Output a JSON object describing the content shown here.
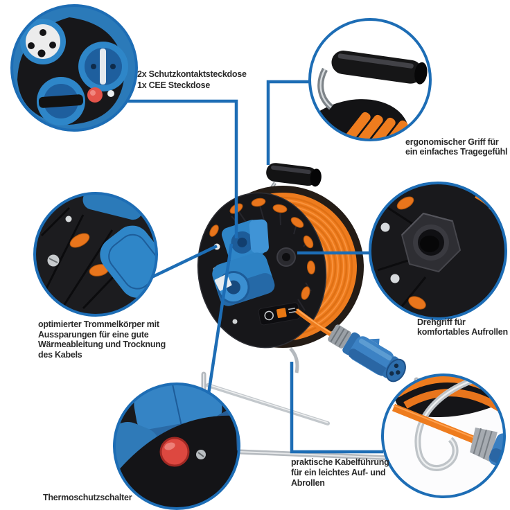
{
  "image_type": "annotated product infographic",
  "subject": "cable reel with CEE plug and callout detail circles",
  "colors": {
    "background": "#ffffff",
    "accent_blue": "#1d6db5",
    "text_dark": "#2b2b2b",
    "cable_orange": "#ee7c1e",
    "socket_blue": "#2e84c6",
    "button_red": "#dd4840",
    "chrome_grey": "#b9bec4",
    "drum_black": "#17171a"
  },
  "callouts": [
    {
      "id": "sockets",
      "label_lines": [
        "2x Schutzkontaktsteckdose",
        "1x CEE Steckdose"
      ]
    },
    {
      "id": "handle",
      "label_lines": [
        "ergonomischer Griff für",
        "ein einfaches Tragegefühl"
      ]
    },
    {
      "id": "drum",
      "label_lines": [
        "optimierter Trommelkörper mit",
        "Aussparungen für eine gute",
        "Wärmeableitung und Trocknung",
        "des Kabels"
      ]
    },
    {
      "id": "knob",
      "label_lines": [
        "Drehgriff für",
        "komfortables Aufrollen"
      ]
    },
    {
      "id": "thermo",
      "label_lines": [
        "Thermoschutzschalter"
      ]
    },
    {
      "id": "guide",
      "label_lines": [
        "praktische Kabelführung",
        "für ein leichtes Auf- und",
        "Abrollen"
      ]
    }
  ]
}
